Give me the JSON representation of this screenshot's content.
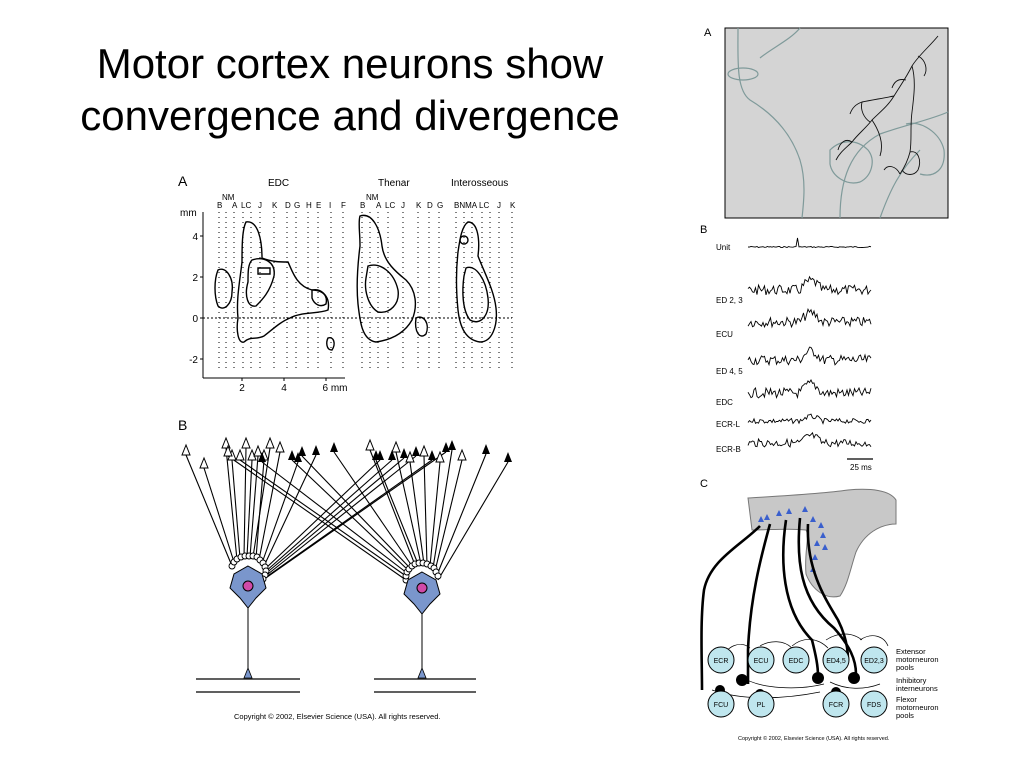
{
  "title_line1": "Motor cortex neurons show",
  "title_line2": "convergence and divergence",
  "left_figure": {
    "panel_a": {
      "letter": "A",
      "groups": [
        "EDC",
        "Thenar",
        "Interosseous"
      ],
      "y_unit": "mm",
      "y_ticks": [
        "4",
        "2",
        "0",
        "-2"
      ],
      "x_ticks": [
        "2",
        "4",
        "6 mm"
      ],
      "edc_columns": [
        "B",
        "NM",
        "A",
        "LC",
        "J",
        "K",
        "D",
        "G",
        "H",
        "E",
        "I",
        "F"
      ],
      "thenar_columns": [
        "B",
        "NM",
        "A",
        "LC",
        "J",
        "K",
        "D",
        "G"
      ],
      "interosseous_columns": [
        "BNMA",
        "LC",
        "J",
        "K"
      ]
    },
    "panel_b": {
      "letter": "B"
    },
    "copyright": "Copyright © 2002, Elsevier Science (USA). All rights reserved."
  },
  "right_figure": {
    "panel_a": {
      "letter": "A"
    },
    "panel_b": {
      "letter": "B",
      "traces": [
        "Unit",
        "ED 2, 3",
        "ECU",
        "ED 4, 5",
        "EDC",
        "ECR-L",
        "ECR-B"
      ],
      "scale": "25 ms"
    },
    "panel_c": {
      "letter": "C",
      "extensor_pools": [
        "ECR",
        "ECU",
        "EDC",
        "ED4,5",
        "ED2,3"
      ],
      "flexor_pools": [
        "FCU",
        "PL",
        "FCR",
        "FDS"
      ],
      "legend_extensor": [
        "Extensor",
        "motorneuron",
        "pools"
      ],
      "legend_inhibitory": [
        "Inhibitory",
        "interneurons"
      ],
      "legend_flexor": [
        "Flexor",
        "motorneuron",
        "pools"
      ],
      "colors": {
        "pool_fill": "#bfe6ee",
        "cortex_fill": "#c8c8c8",
        "neuron_blue": "#3a5fcd"
      }
    },
    "copyright": "Copyright © 2002, Elsevier Science (USA). All rights reserved."
  },
  "colors": {
    "soma_fill": "#7a96cc",
    "nucleus_fill": "#d04aa8",
    "panel_gray": "#d4d4d4"
  }
}
